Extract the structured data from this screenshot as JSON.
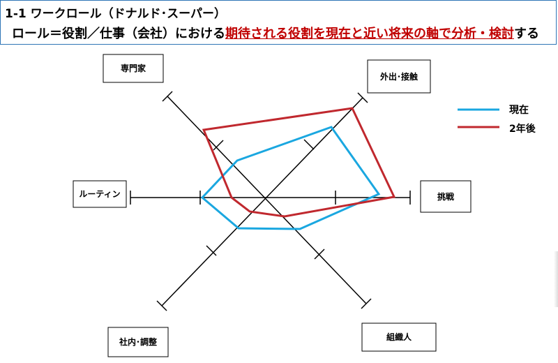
{
  "header": {
    "title": "1-1  ワークロール（ドナルド･スーパー）",
    "subtitle_prefix": "ロール＝役割／仕事（会社）における",
    "subtitle_highlight": "期待される役割を現在と近い将来の軸で分析・検討",
    "subtitle_suffix": "する"
  },
  "axes": {
    "specialist": "専門家",
    "external": "外出･接触",
    "challenge": "挑戦",
    "organizational": "組織人",
    "internal": "社内･調整",
    "routine": "ルーティン"
  },
  "legend": {
    "current": "現在",
    "future": "2年後"
  },
  "colors": {
    "current": "#1aa7e0",
    "future": "#c0282e",
    "header_border": "#2e75b6",
    "highlight": "#c00000"
  }
}
